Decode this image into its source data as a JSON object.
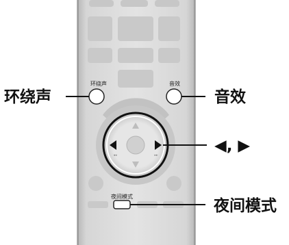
{
  "remote": {
    "surround_label": "环绕声",
    "sound_effect_label": "音效",
    "night_mode_label": "夜间模式"
  },
  "callouts": {
    "surround": "环绕声",
    "sound_effect": "音效",
    "arrows": "◀, ▶",
    "night_mode": "夜间模式"
  }
}
